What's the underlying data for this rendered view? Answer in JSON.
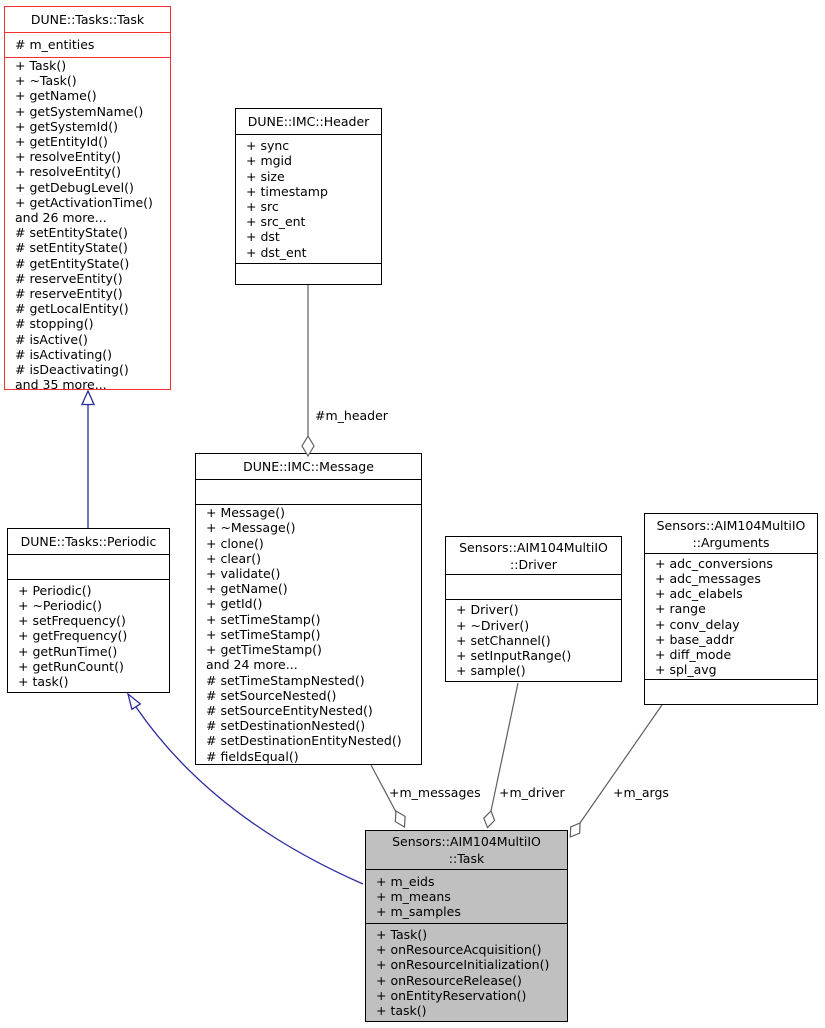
{
  "diagram": {
    "colors": {
      "inheritance_edge": "#2b2b9e",
      "aggregation_edge": "#5f5f5f",
      "red_class_border": "#fb2e2e",
      "focus_class_fill": "#c0c0c0",
      "box_border": "#000000"
    },
    "classes": {
      "dune_tasks_task": {
        "title": [
          "DUNE::Tasks::Task"
        ],
        "attributes": [
          "# m_entities"
        ],
        "methods": [
          "+ Task()",
          "+ ~Task()",
          "+ getName()",
          "+ getSystemName()",
          "+ getSystemId()",
          "+ getEntityId()",
          "+ resolveEntity()",
          "+ resolveEntity()",
          "+ getDebugLevel()",
          "+ getActivationTime()",
          "and 26 more...",
          "# setEntityState()",
          "# setEntityState()",
          "# getEntityState()",
          "# reserveEntity()",
          "# reserveEntity()",
          "# getLocalEntity()",
          "# stopping()",
          "# isActive()",
          "# isActivating()",
          "# isDeactivating()",
          "and 35 more..."
        ]
      },
      "dune_imc_header": {
        "title": [
          "DUNE::IMC::Header"
        ],
        "attributes": [
          "+ sync",
          "+ mgid",
          "+ size",
          "+ timestamp",
          "+ src",
          "+ src_ent",
          "+ dst",
          "+ dst_ent"
        ],
        "methods": []
      },
      "dune_tasks_periodic": {
        "title": [
          "DUNE::Tasks::Periodic"
        ],
        "attributes": [],
        "methods": [
          "+ Periodic()",
          "+ ~Periodic()",
          "+ setFrequency()",
          "+ getFrequency()",
          "+ getRunTime()",
          "+ getRunCount()",
          "+ task()"
        ]
      },
      "dune_imc_message": {
        "title": [
          "DUNE::IMC::Message"
        ],
        "attributes": [],
        "methods": [
          "+ Message()",
          "+ ~Message()",
          "+ clone()",
          "+ clear()",
          "+ validate()",
          "+ getName()",
          "+ getId()",
          "+ setTimeStamp()",
          "+ setTimeStamp()",
          "+ getTimeStamp()",
          "and 24 more...",
          "# setTimeStampNested()",
          "# setSourceNested()",
          "# setSourceEntityNested()",
          "# setDestinationNested()",
          "# setDestinationEntityNested()",
          "# fieldsEqual()"
        ]
      },
      "sensors_driver": {
        "title": [
          "Sensors::AIM104MultiIO",
          "::Driver"
        ],
        "attributes": [],
        "methods": [
          "+ Driver()",
          "+ ~Driver()",
          "+ setChannel()",
          "+ setInputRange()",
          "+ sample()"
        ]
      },
      "sensors_arguments": {
        "title": [
          "Sensors::AIM104MultiIO",
          "::Arguments"
        ],
        "attributes": [
          "+ adc_conversions",
          "+ adc_messages",
          "+ adc_elabels",
          "+ range",
          "+ conv_delay",
          "+ base_addr",
          "+ diff_mode",
          "+ spl_avg"
        ],
        "methods": []
      },
      "sensors_task": {
        "title": [
          "Sensors::AIM104MultiIO",
          "::Task"
        ],
        "attributes": [
          "+ m_eids",
          "+ m_means",
          "+ m_samples"
        ],
        "methods": [
          "+ Task()",
          "+ onResourceAcquisition()",
          "+ onResourceInitialization()",
          "+ onResourceRelease()",
          "+ onEntityReservation()",
          "+ task()"
        ]
      }
    },
    "edge_labels": {
      "m_header": "#m_header",
      "m_messages": "+m_messages",
      "m_driver": "+m_driver",
      "m_args": "+m_args"
    }
  }
}
